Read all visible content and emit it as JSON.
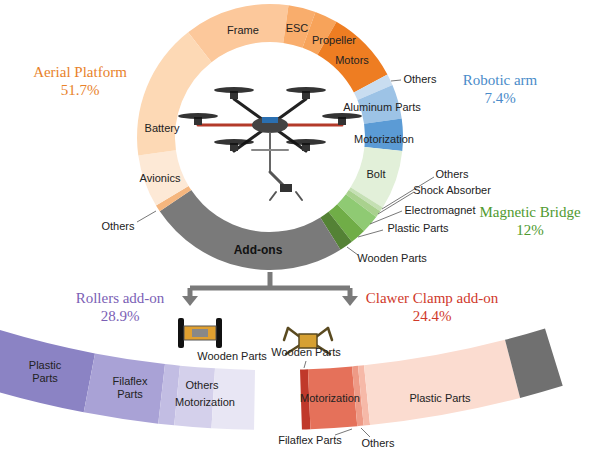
{
  "diagram": {
    "labels": [
      "Aerial Platform",
      "51.7%",
      "Frame",
      "ESC",
      "Propeller",
      "Motors",
      "Others",
      "Robotic arm",
      "7.4%",
      "Aluminum Parts",
      "Motorization",
      "Bolt",
      "Others",
      "Shock Absorber",
      "Electromagnet",
      "Magnetic Bridge",
      "12%",
      "Plastic Parts",
      "Wooden Parts",
      "Battery",
      "Avionics",
      "Others",
      "Add-ons",
      "Rollers add-on",
      "28.9%",
      "Clawer Clamp add-on",
      "24.4%",
      "Plastic Parts",
      "Filaflex Parts",
      "Others",
      "Motorization",
      "Wooden Parts",
      "Wooden Parts",
      "Motorization",
      "Filaflex Parts",
      "Others",
      "Plastic Parts"
    ]
  }
}
